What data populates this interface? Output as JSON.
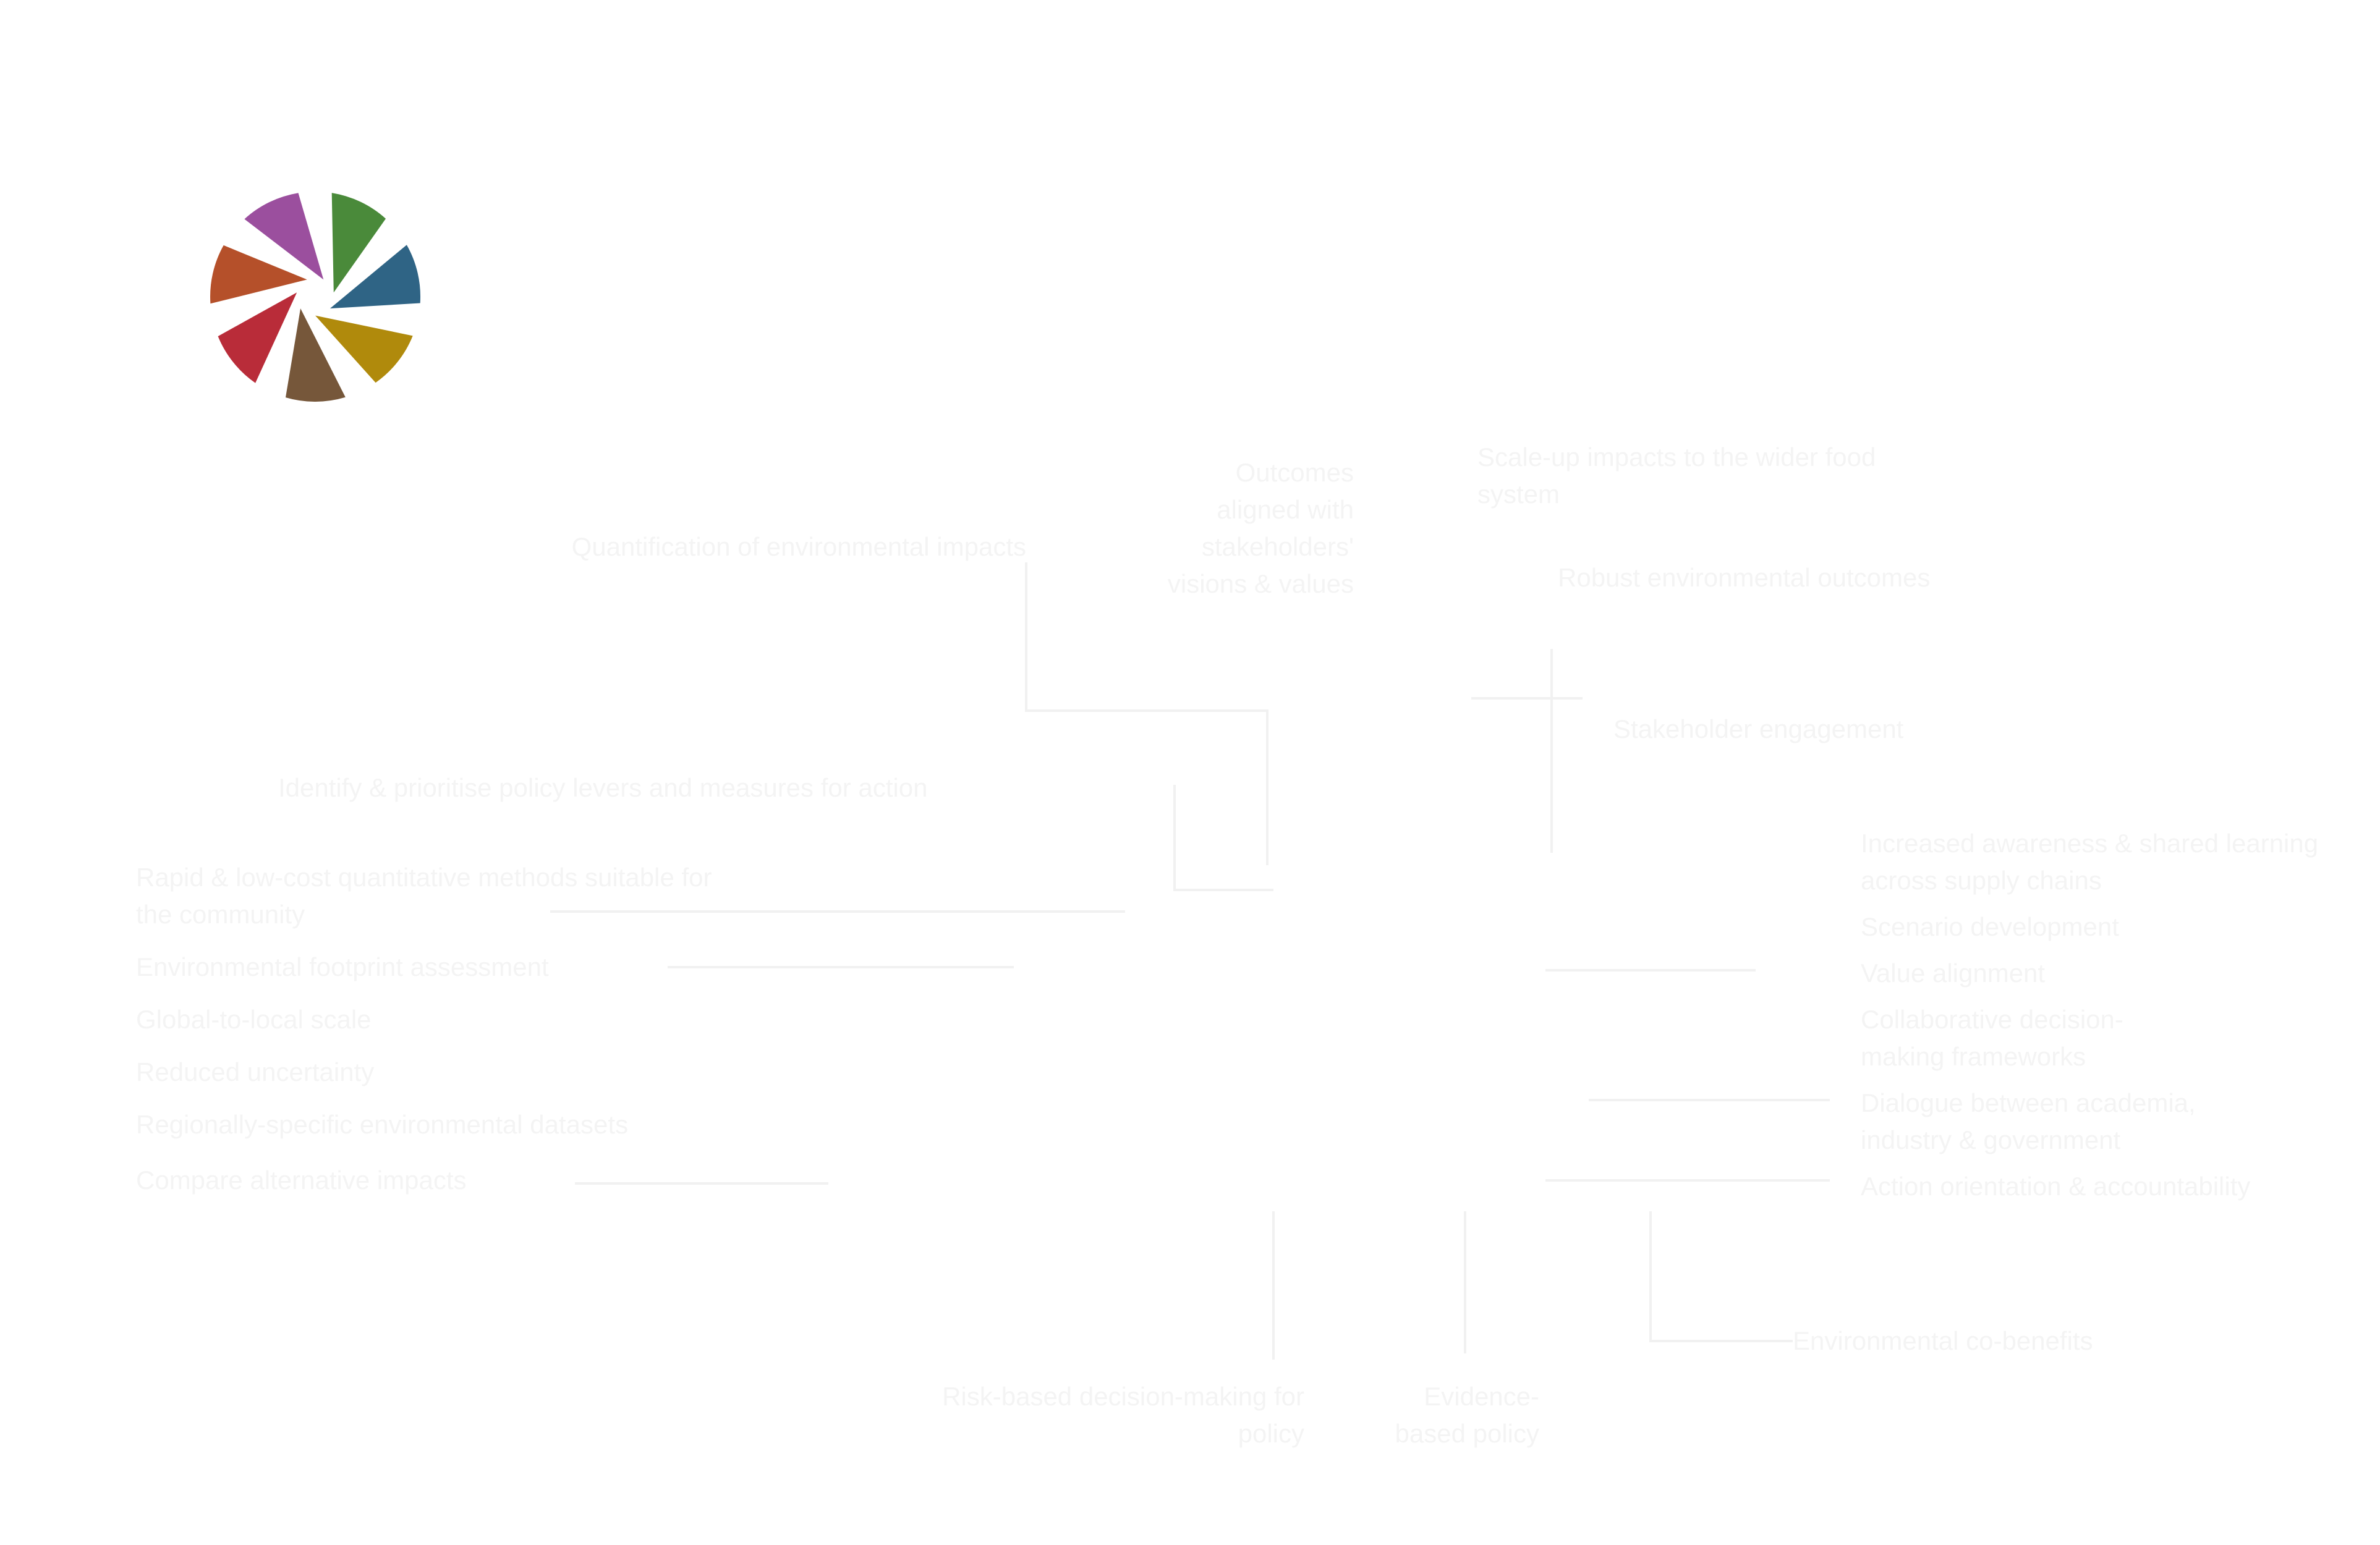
{
  "logo": {
    "name": "aperture-logo",
    "segment_colors": [
      "#9b4f9e",
      "#4a8a3a",
      "#2f6485",
      "#b08a0c",
      "#76573a",
      "#b92c39",
      "#b5502a"
    ]
  },
  "colors": {
    "text": "#f4f4f4",
    "connector": "#f1f1f1",
    "background": "#ffffff"
  },
  "labels": {
    "quantification_methods": "Quantification of environmental impacts",
    "policy_options": "Identify & prioritise policy levers and measures for action",
    "left_items": [
      "Rapid & low-cost quantitative methods suitable for the community",
      "Environmental footprint assessment",
      "Global-to-local scale",
      "Reduced uncertainty",
      "Regionally-specific environmental datasets",
      "Compare alternative impacts"
    ],
    "center_top": "Outcomes aligned with stakeholders' visions & values",
    "right_top_1": "Scale-up impacts to the wider food system",
    "right_top_2": "Robust environmental outcomes",
    "right_mid": "Stakeholder engagement",
    "right_items": [
      "Increased awareness & shared learning across supply chains",
      "Scenario development",
      "Value alignment",
      "Collaborative decision-making frameworks",
      "Dialogue between academia, industry & government",
      "Action orientation & accountability"
    ],
    "bottom_right": "Environmental co-benefits",
    "bottom_center_1": "Risk-based decision-making for policy",
    "bottom_center_2": "Evidence-based policy"
  }
}
